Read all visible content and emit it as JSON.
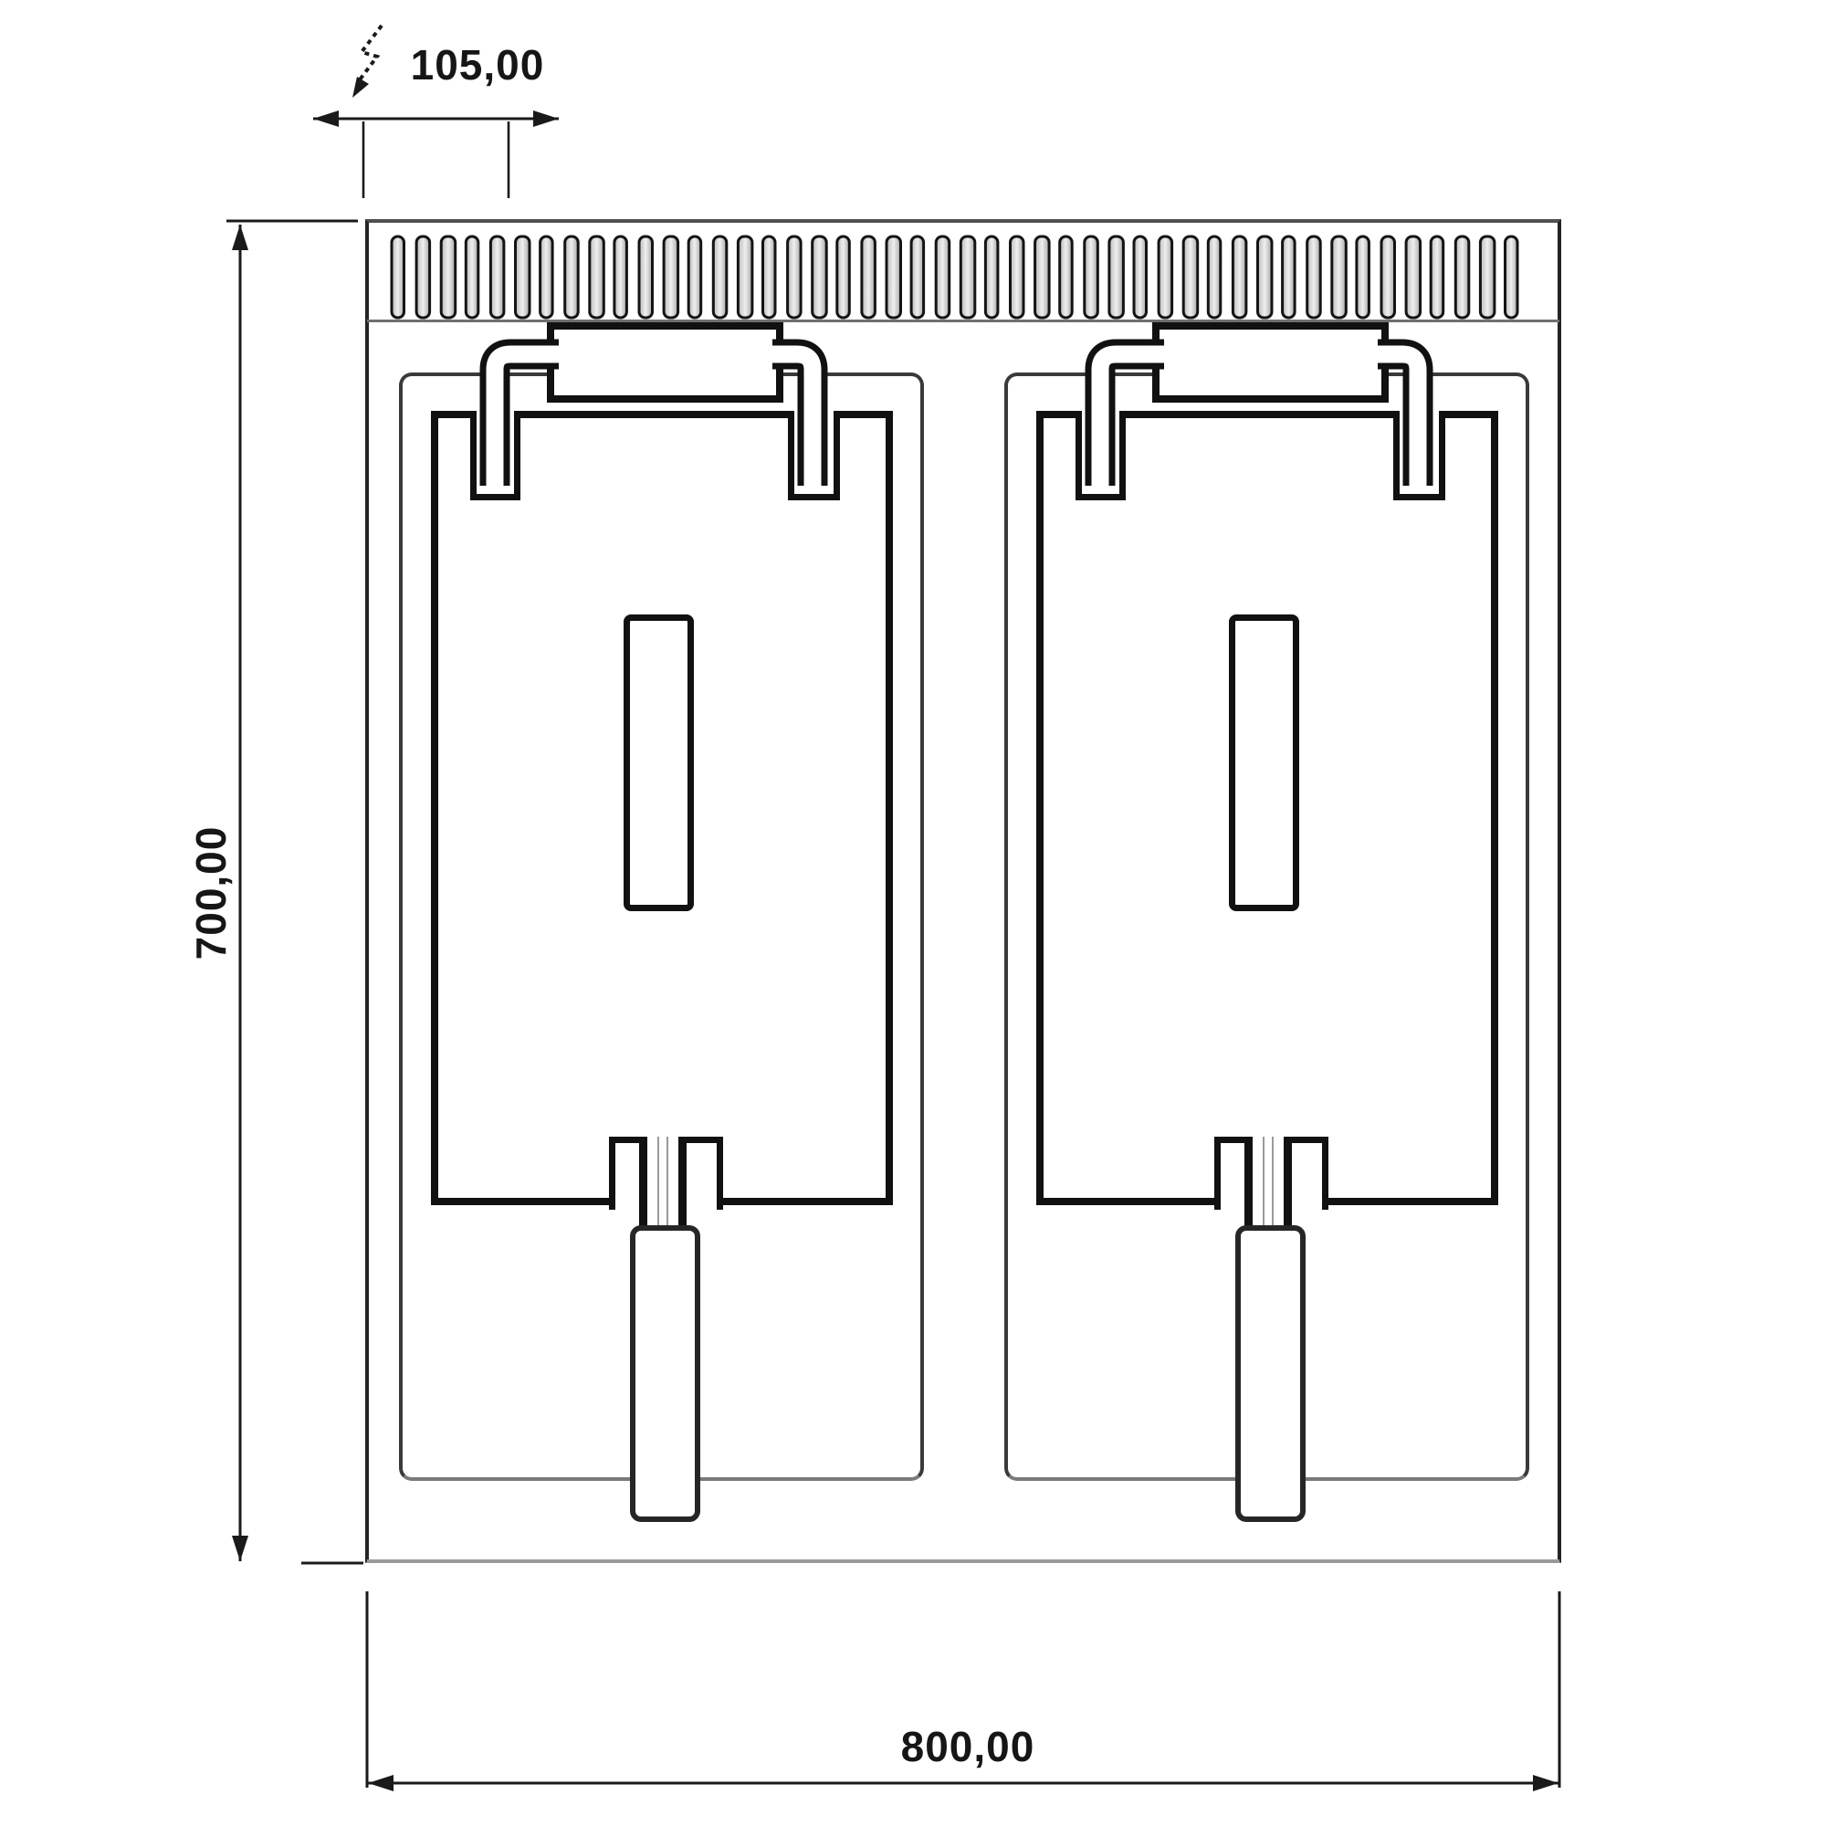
{
  "drawing": {
    "background": "#ffffff",
    "stroke_color": "#1a1a1a",
    "gray_line_color": "#8f8f8f",
    "dimensions": {
      "top_width": {
        "label": "105,00"
      },
      "left_height": {
        "label": "700,00"
      },
      "bottom_width": {
        "label": "800,00"
      }
    },
    "grille": {
      "slat_count": 46
    },
    "symbols": {
      "electrical_connection": "lightning-bolt-dashed"
    }
  }
}
